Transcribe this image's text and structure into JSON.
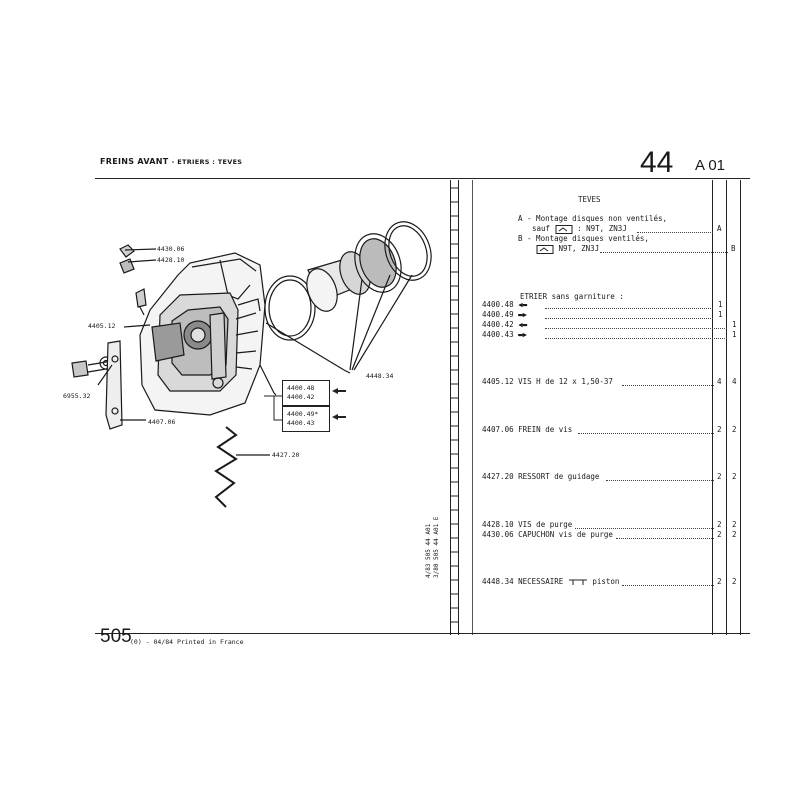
{
  "header": {
    "title_main": "FREINS AVANT",
    "title_sub": "- ETRIERS : TEVES",
    "group_number": "44",
    "subgroup": "A 01"
  },
  "diagram": {
    "callouts": {
      "c4430_06": "4430.06",
      "c4428_10": "4428.10",
      "c4405_12": "4405.12",
      "c6955_32": "6955.32",
      "c4407_06": "4407.06",
      "c4448_34": "4448.34",
      "c4427_20": "4427.20",
      "c4400_48": "4400.48",
      "c4400_42": "4400.42",
      "c4400_49": "4400.49*",
      "c4400_43": "4400.43"
    }
  },
  "side_ref": {
    "line1": "4/83  505  44  A01",
    "line2": "3/80  505  44  A01 E"
  },
  "parts_list": {
    "heading": "TEVES",
    "notes": [
      "A - Montage disques non ventilés,",
      "sauf",
      ": N9T, ZN3J",
      "B - Montage disques ventilés,",
      "N9T, ZN3J"
    ],
    "note_codes": {
      "a": "A",
      "b": "B"
    },
    "etrier_heading": "ETRIER sans garniture :",
    "rows": [
      {
        "ref": "4400.48",
        "desc": "",
        "qa": "1",
        "qb": ""
      },
      {
        "ref": "4400.49",
        "desc": "",
        "qa": "1",
        "qb": ""
      },
      {
        "ref": "4400.42",
        "desc": "",
        "qa": "",
        "qb": "1"
      },
      {
        "ref": "4400.43",
        "desc": "",
        "qa": "",
        "qb": "1"
      },
      {
        "ref": "4405.12",
        "desc": "VIS H de 12 x 1,50-37",
        "qa": "4",
        "qb": "4"
      },
      {
        "ref": "4407.06",
        "desc": "FREIN de vis",
        "qa": "2",
        "qb": "2"
      },
      {
        "ref": "4427.20",
        "desc": "RESSORT de guidage",
        "qa": "2",
        "qb": "2"
      },
      {
        "ref": "4428.10",
        "desc": "VIS de purge",
        "qa": "2",
        "qb": "2"
      },
      {
        "ref": "4430.06",
        "desc": "CAPUCHON vis de purge",
        "qa": "2",
        "qb": "2"
      },
      {
        "ref": "4448.34",
        "desc": "NECESSAIRE",
        "desc2": "piston",
        "qa": "2",
        "qb": "2"
      }
    ]
  },
  "footer": {
    "model": "505",
    "edition": "(0) - 04/84 Printed in France"
  }
}
